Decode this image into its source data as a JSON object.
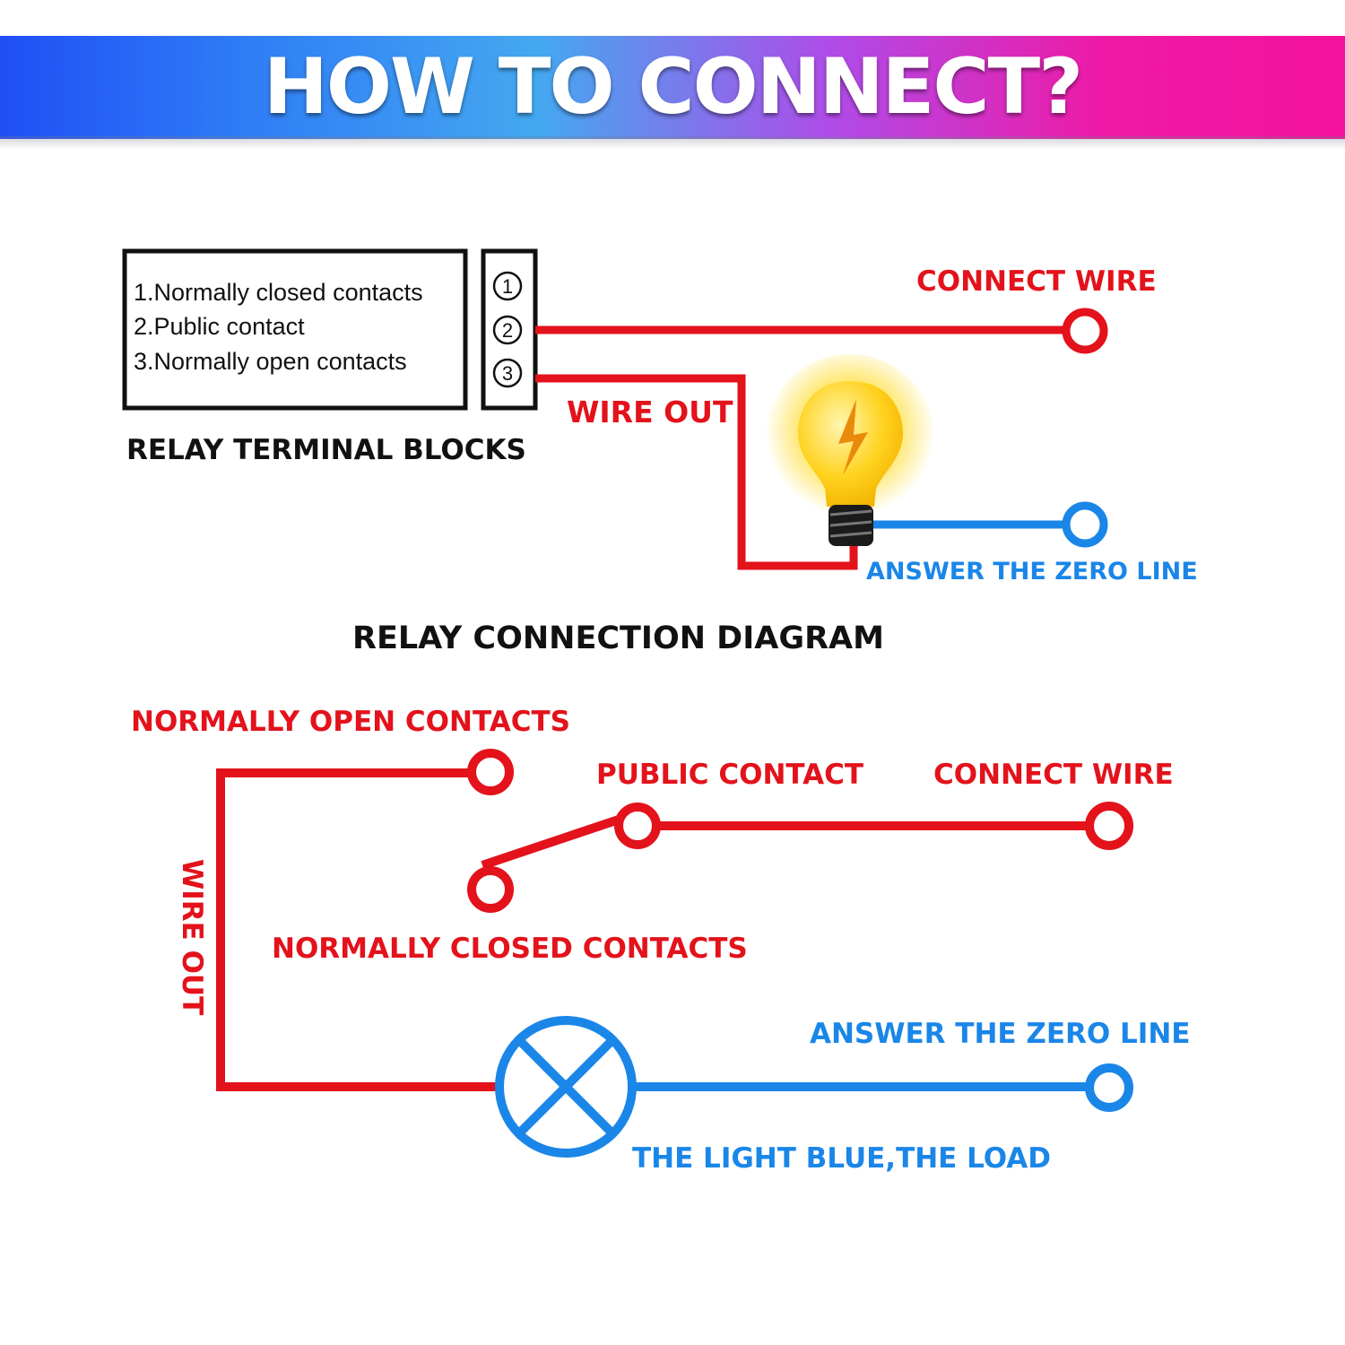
{
  "banner": {
    "title": "HOW TO CONNECT?"
  },
  "terminal_block": {
    "items": [
      "1.Normally closed contacts",
      "2.Public contact",
      "3.Normally open contacts"
    ],
    "numbers": [
      "1",
      "2",
      "3"
    ],
    "caption": "RELAY TERMINAL BLOCKS"
  },
  "top_diagram": {
    "connect_wire": "CONNECT WIRE",
    "wire_out": "WIRE OUT",
    "answer_zero_line": "ANSWER THE ZERO LINE"
  },
  "section_title": "RELAY CONNECTION DIAGRAM",
  "bottom_diagram": {
    "normally_open": "NORMALLY OPEN CONTACTS",
    "public_contact": "PUBLIC CONTACT",
    "connect_wire": "CONNECT WIRE",
    "normally_closed": "NORMALLY CLOSED CONTACTS",
    "wire_out": "WIRE OUT",
    "answer_zero_line": "ANSWER THE ZERO LINE",
    "load_label": "THE LIGHT BLUE,THE LOAD"
  },
  "colors": {
    "live": "#e3121b",
    "neutral": "#1a86e8",
    "text": "#111111"
  }
}
